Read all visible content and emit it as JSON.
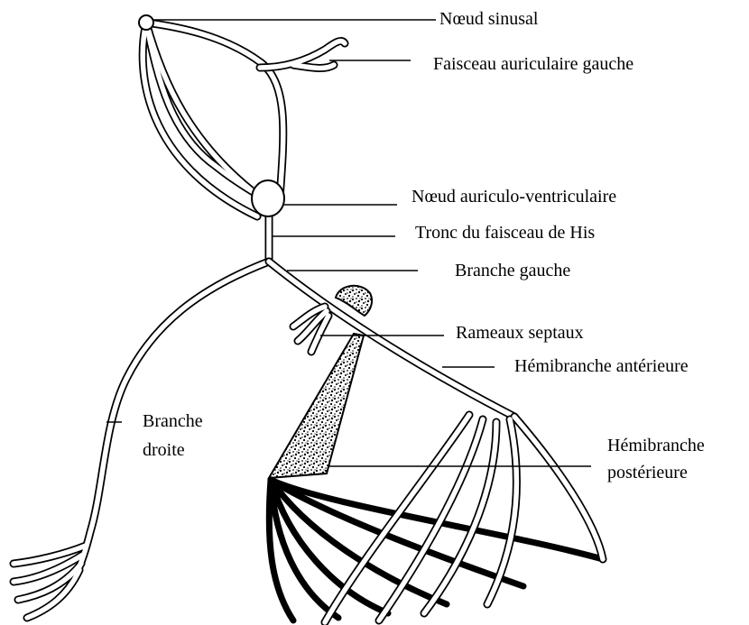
{
  "labels": {
    "noeud_sinusal": "Nœud sinusal",
    "faisceau_auriculaire_gauche": "Faisceau auriculaire gauche",
    "noeud_av": "Nœud auriculo-ventriculaire",
    "tronc_his": "Tronc du faisceau de His",
    "branche_gauche": "Branche gauche",
    "rameaux_septaux": "Rameaux septaux",
    "hemibranche_anterieure": "Hémibranche antérieure",
    "branche_droite_line1": "Branche",
    "branche_droite_line2": "droite",
    "hemibranche_posterieure_line1": "Hémibranche",
    "hemibranche_posterieure_line2": "postérieure"
  },
  "colors": {
    "ink": "#000000",
    "background": "#ffffff"
  }
}
